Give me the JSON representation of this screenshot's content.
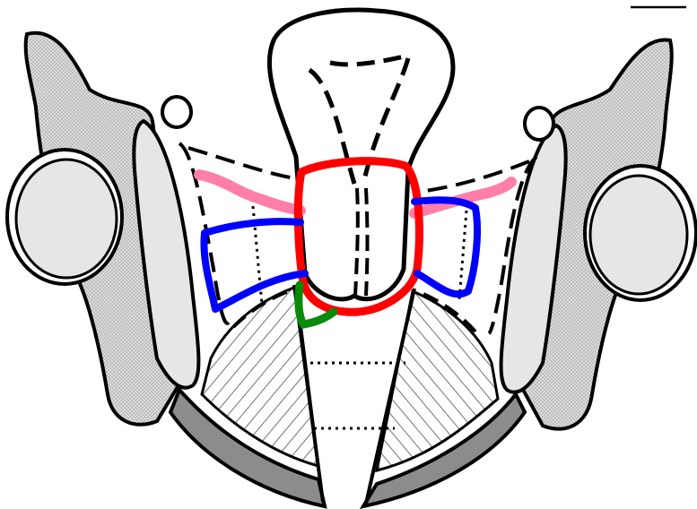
{
  "diagram": {
    "type": "anatomical schematic",
    "text_labels": [],
    "colors": {
      "outline": "#000000",
      "background": "#ffffff",
      "bone_stipple": "#d4d4d4",
      "bone_light": "#e6e6e6",
      "dark_band": "#8c8c8c",
      "red_outline": "#ff0000",
      "blue_outline": "#0000ff",
      "pink_band": "#ff7fa8",
      "green_mark": "#0a8a0a"
    },
    "highlights": [
      {
        "id": "central-loop",
        "color": "red"
      },
      {
        "id": "left-bracket",
        "color": "blue"
      },
      {
        "id": "right-bracket",
        "color": "blue"
      },
      {
        "id": "left-band",
        "color": "pink"
      },
      {
        "id": "right-band",
        "color": "pink"
      },
      {
        "id": "lower-corner-mark",
        "color": "green"
      }
    ]
  }
}
